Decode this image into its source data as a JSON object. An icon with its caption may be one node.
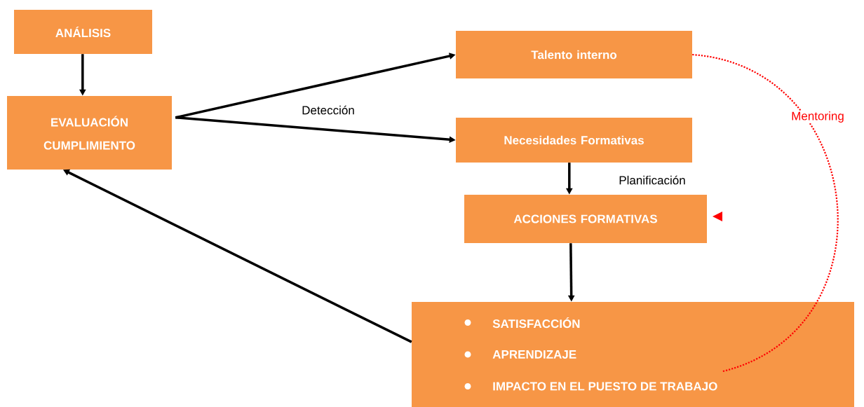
{
  "diagram": {
    "nodes": [
      {
        "text": [
          "ANÁLISIS"
        ]
      },
      {
        "text": [
          "EVALUACIÓN CUMPLIMIENTO"
        ]
      },
      {
        "text": [
          "Talento interno"
        ]
      },
      {
        "text": [
          "Necesidades Formativas"
        ]
      },
      {
        "text": [
          "ACCIONES FORMATIVAS"
        ]
      },
      {
        "text": [
          "SATISFACCIÓN",
          "APRENDIZAJE",
          "IMPACTO EN EL PUESTO DE TRABAJO"
        ]
      }
    ],
    "edges": [
      {
        "from": 0,
        "to": 1,
        "arrow": "to"
      },
      {
        "from": 1,
        "to": 2,
        "arrow": "to"
      },
      {
        "from": 1,
        "to": 3,
        "arrow": "to",
        "label": "Detección"
      },
      {
        "from": 3,
        "to": 4,
        "arrow": "to",
        "label": "Planificación"
      },
      {
        "from": 4,
        "to": 5,
        "arrow": "to"
      },
      {
        "from": 5,
        "to": 1,
        "arrow": "to"
      },
      {
        "from": 2,
        "to": 5,
        "arrow": "none",
        "label": "Mentoring",
        "style": "dashed",
        "color": "#ff0000"
      }
    ]
  }
}
